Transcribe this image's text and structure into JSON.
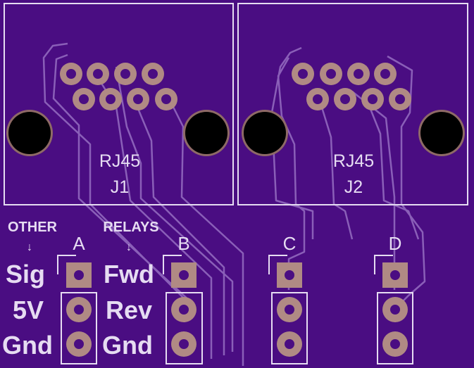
{
  "colors": {
    "board": "#4a0d82",
    "board_dark": "#3f0a72",
    "trace_outline": "#8a5fb8",
    "silkscreen": "#e6dcf2",
    "copper": "#b08a84",
    "copper_dark": "#8e6a66",
    "hole": "#000000"
  },
  "connectors": [
    {
      "part": "RJ45",
      "ref": "J1"
    },
    {
      "part": "RJ45",
      "ref": "J2"
    }
  ],
  "headers": [
    {
      "label": "A"
    },
    {
      "label": "B"
    },
    {
      "label": "C"
    },
    {
      "label": "D"
    }
  ],
  "groups": [
    {
      "title": "OTHER",
      "arrow": "↓",
      "pins": [
        "Sig",
        "5V",
        "Gnd"
      ]
    },
    {
      "title": "RELAYS",
      "arrow": "↓",
      "pins": [
        "Fwd",
        "Rev",
        "Gnd"
      ]
    }
  ]
}
